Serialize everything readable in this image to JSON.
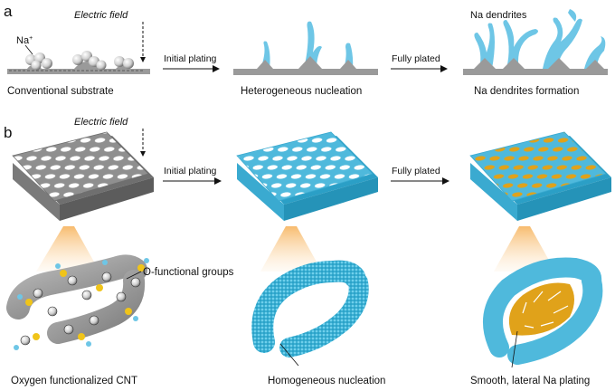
{
  "panel_a": {
    "letter": "a",
    "ion_label": "Na",
    "ion_charge": "+",
    "field_label": "Electric field",
    "arrow1_label": "Initial plating",
    "arrow2_label": "Fully plated",
    "dendrite_label": "Na dendrites",
    "captions": [
      "Conventional substrate",
      "Heterogeneous nucleation",
      "Na dendrites formation"
    ]
  },
  "panel_b": {
    "letter": "b",
    "field_label": "Electric field",
    "arrow1_label": "Initial plating",
    "arrow2_label": "Fully plated",
    "group_label": "O-functional groups",
    "captions": [
      "Oxygen functionalized CNT",
      "Homogeneous nucleation",
      "Smooth, lateral Na plating"
    ]
  },
  "colors": {
    "substrate": "#9a9a9a",
    "sodium": "#6ec6e6",
    "sodium_dark": "#2aa3c9",
    "gold": "#e0a21a",
    "oxygen": "#f0c419",
    "glow": "#f7b866"
  }
}
